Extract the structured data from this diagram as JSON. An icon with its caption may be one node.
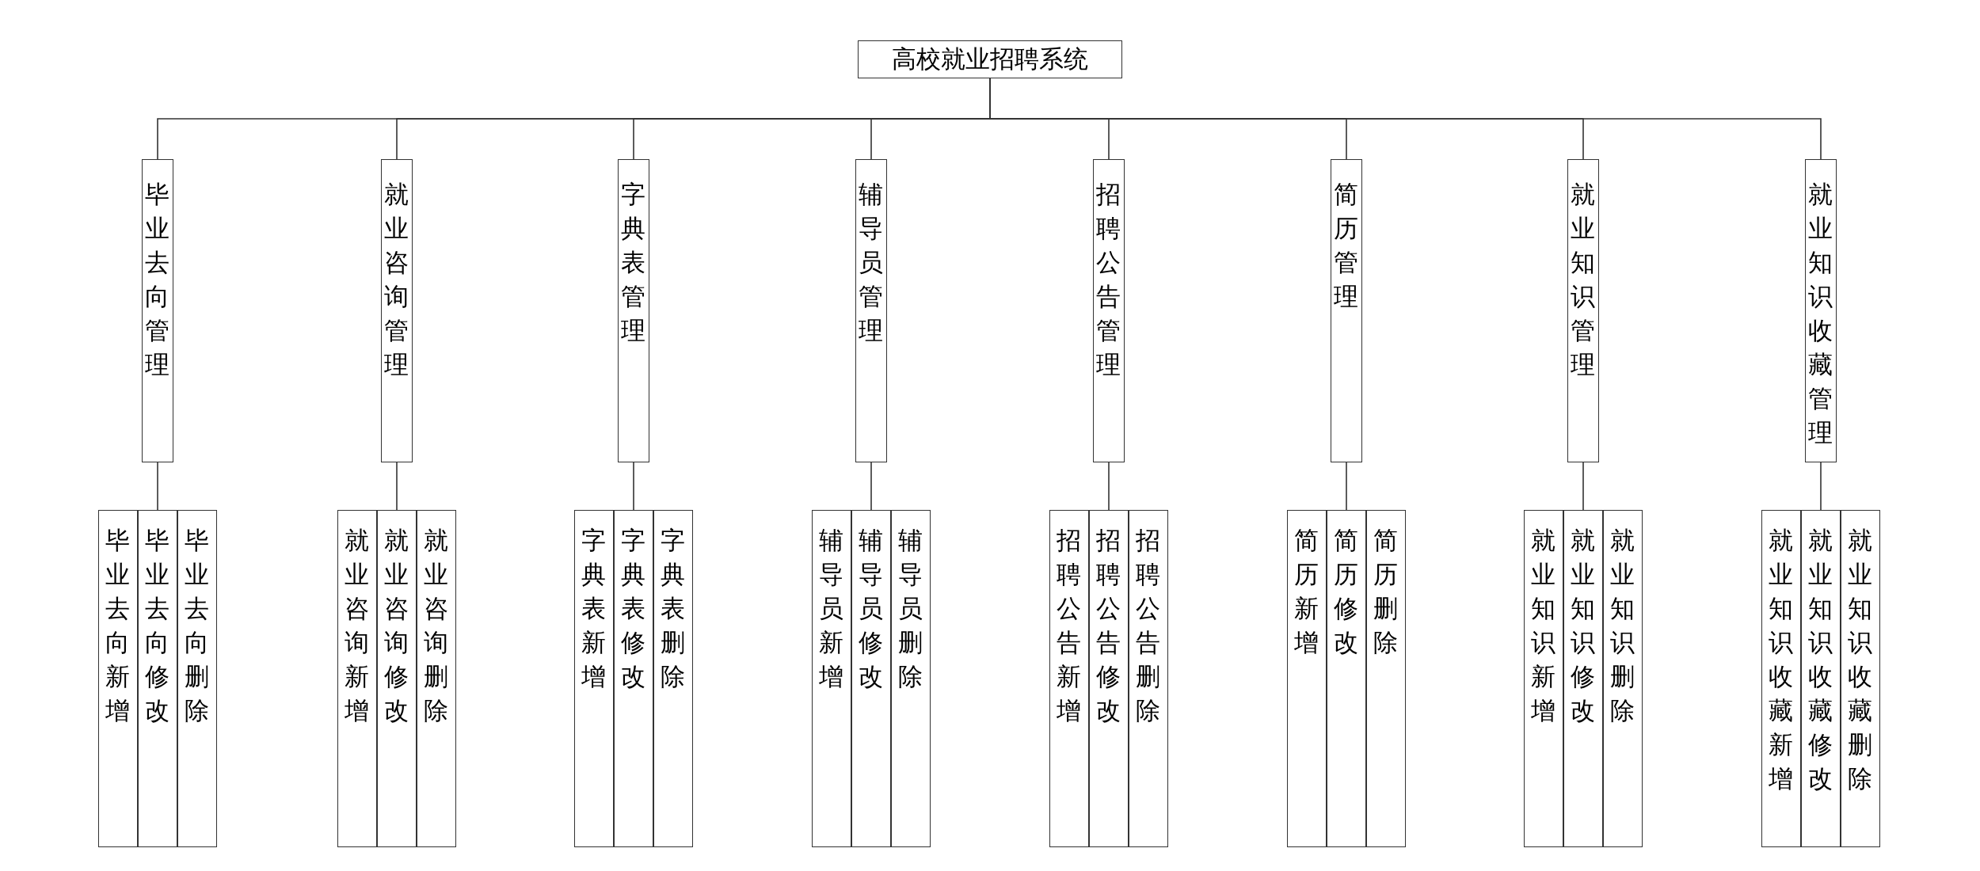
{
  "diagram": {
    "nodes": [
      {
        "text": [
          "高校就业招聘系统"
        ]
      },
      {
        "text": [
          "毕业去向管理"
        ]
      },
      {
        "text": [
          "就业咨询管理"
        ]
      },
      {
        "text": [
          "字典表管理"
        ]
      },
      {
        "text": [
          "辅导员管理"
        ]
      },
      {
        "text": [
          "招聘公告管理"
        ]
      },
      {
        "text": [
          "简历管理"
        ]
      },
      {
        "text": [
          "就业知识管理"
        ]
      },
      {
        "text": [
          "就业知识收藏管理"
        ]
      },
      {
        "text": [
          "毕业去向新增"
        ]
      },
      {
        "text": [
          "毕业去向修改"
        ]
      },
      {
        "text": [
          "毕业去向删除"
        ]
      },
      {
        "text": [
          "就业咨询新增"
        ]
      },
      {
        "text": [
          "就业咨询修改"
        ]
      },
      {
        "text": [
          "就业咨询删除"
        ]
      },
      {
        "text": [
          "字典表新增"
        ]
      },
      {
        "text": [
          "字典表修改"
        ]
      },
      {
        "text": [
          "字典表删除"
        ]
      },
      {
        "text": [
          "辅导员新增"
        ]
      },
      {
        "text": [
          "辅导员修改"
        ]
      },
      {
        "text": [
          "辅导员删除"
        ]
      },
      {
        "text": [
          "招聘公告新增"
        ]
      },
      {
        "text": [
          "招聘公告修改"
        ]
      },
      {
        "text": [
          "招聘公告删除"
        ]
      },
      {
        "text": [
          "简历新增"
        ]
      },
      {
        "text": [
          "简历修改"
        ]
      },
      {
        "text": [
          "简历删除"
        ]
      },
      {
        "text": [
          "就业知识新增"
        ]
      },
      {
        "text": [
          "就业知识修改"
        ]
      },
      {
        "text": [
          "就业知识删除"
        ]
      },
      {
        "text": [
          "就业知识收藏新增"
        ]
      },
      {
        "text": [
          "就业知识收藏修改"
        ]
      },
      {
        "text": [
          "就业知识收藏删除"
        ]
      }
    ],
    "edges": [
      {
        "from": 0,
        "to": 1,
        "arrow": "none"
      },
      {
        "from": 0,
        "to": 2,
        "arrow": "none"
      },
      {
        "from": 0,
        "to": 3,
        "arrow": "none"
      },
      {
        "from": 0,
        "to": 4,
        "arrow": "none"
      },
      {
        "from": 0,
        "to": 5,
        "arrow": "none"
      },
      {
        "from": 0,
        "to": 6,
        "arrow": "none"
      },
      {
        "from": 0,
        "to": 7,
        "arrow": "none"
      },
      {
        "from": 0,
        "to": 8,
        "arrow": "none"
      },
      {
        "from": 1,
        "to": 9,
        "arrow": "none"
      },
      {
        "from": 1,
        "to": 10,
        "arrow": "none"
      },
      {
        "from": 1,
        "to": 11,
        "arrow": "none"
      },
      {
        "from": 2,
        "to": 12,
        "arrow": "none"
      },
      {
        "from": 2,
        "to": 13,
        "arrow": "none"
      },
      {
        "from": 2,
        "to": 14,
        "arrow": "none"
      },
      {
        "from": 3,
        "to": 15,
        "arrow": "none"
      },
      {
        "from": 3,
        "to": 16,
        "arrow": "none"
      },
      {
        "from": 3,
        "to": 17,
        "arrow": "none"
      },
      {
        "from": 4,
        "to": 18,
        "arrow": "none"
      },
      {
        "from": 4,
        "to": 19,
        "arrow": "none"
      },
      {
        "from": 4,
        "to": 20,
        "arrow": "none"
      },
      {
        "from": 5,
        "to": 21,
        "arrow": "none"
      },
      {
        "from": 5,
        "to": 22,
        "arrow": "none"
      },
      {
        "from": 5,
        "to": 23,
        "arrow": "none"
      },
      {
        "from": 6,
        "to": 24,
        "arrow": "none"
      },
      {
        "from": 6,
        "to": 25,
        "arrow": "none"
      },
      {
        "from": 6,
        "to": 26,
        "arrow": "none"
      },
      {
        "from": 7,
        "to": 27,
        "arrow": "none"
      },
      {
        "from": 7,
        "to": 28,
        "arrow": "none"
      },
      {
        "from": 7,
        "to": 29,
        "arrow": "none"
      },
      {
        "from": 8,
        "to": 30,
        "arrow": "none"
      },
      {
        "from": 8,
        "to": 31,
        "arrow": "none"
      },
      {
        "from": 8,
        "to": 32,
        "arrow": "none"
      }
    ]
  }
}
